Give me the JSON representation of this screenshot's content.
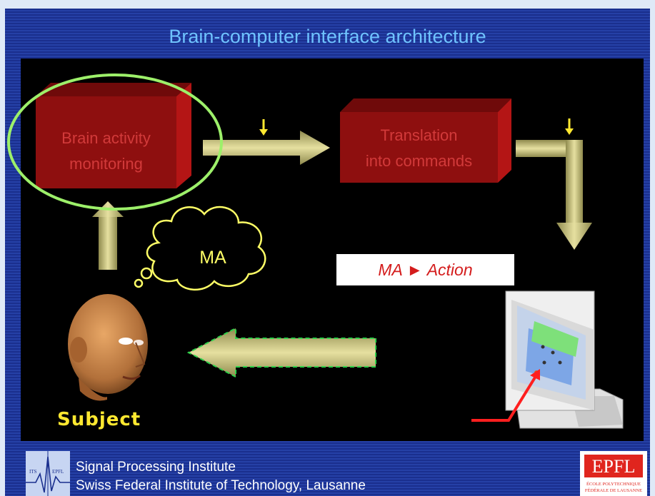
{
  "slide": {
    "title": "Brain-computer interface architecture",
    "box1_line1": "Brain activity",
    "box1_line2": "monitoring",
    "box2_line1": "Translation",
    "box2_line2": "into commands",
    "thought_label": "MA",
    "rule_label": "MA ► Action",
    "subject_label": "Subject"
  },
  "footer": {
    "institute": "Signal Processing Institute",
    "university": "Swiss Federal Institute of Technology, Lausanne",
    "logo_left_text1": "ITS",
    "logo_left_text2": "EPFL",
    "logo_right_main": "EPFL",
    "logo_right_sub1": "ÉCOLE POLYTECHNIQUE",
    "logo_right_sub2": "FÉDÉRALE DE LAUSANNE"
  },
  "colors": {
    "title": "#6fc3ff",
    "box_red": "#8e0f0f",
    "arrow_olive": "#c8c27a",
    "highlight_green": "#9df06a",
    "subject_yellow": "#ffe830"
  }
}
